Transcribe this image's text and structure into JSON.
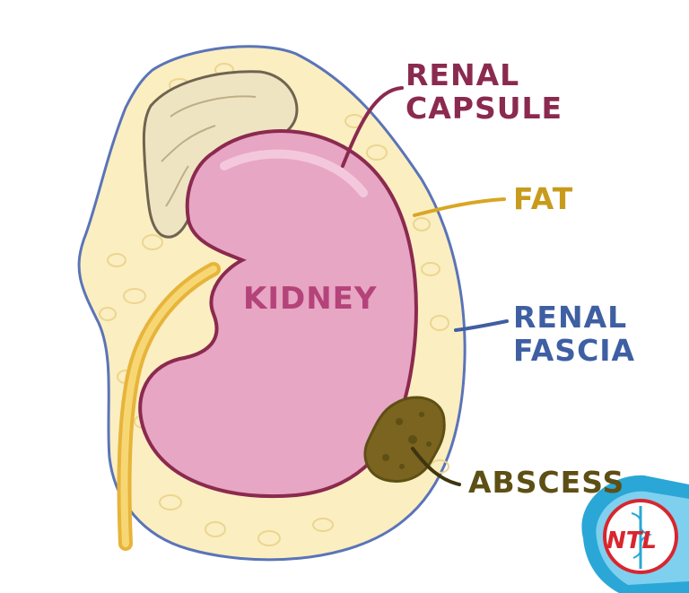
{
  "labels": {
    "renal_capsule_line1": "RENAL",
    "renal_capsule_line2": "CAPSULE",
    "fat": "FAT",
    "renal_fascia_line1": "RENAL",
    "renal_fascia_line2": "FASCIA",
    "abscess": "ABSCESS",
    "kidney": "KIDNEY"
  },
  "logo": {
    "text": "NTL"
  },
  "colors": {
    "renal_capsule": "#8b2a4f",
    "fat": "#c99b1c",
    "renal_fascia": "#3f5fa3",
    "abscess": "#5e4f14",
    "kidney_fill": "#e7a6c3",
    "kidney_text": "#b4437a",
    "fat_fill": "#fbeec1",
    "logo_red": "#d8262e",
    "logo_blue": "#2aa7d6"
  }
}
